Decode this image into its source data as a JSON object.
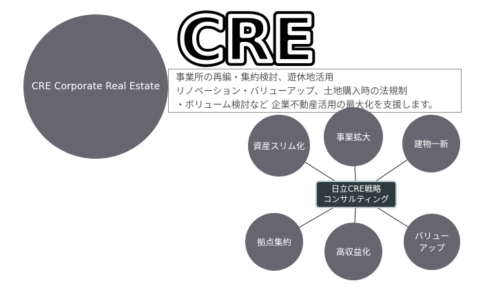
{
  "title": "CRE",
  "main_circle": {
    "label": "CRE Corporate Real Estate"
  },
  "description": {
    "lines": [
      "事業所の再編・集約検討、遊休地活用",
      "リノベーション・バリューアップ、土地購入時の法規制",
      "・ボリューム検討など 企業不動産活用の最大化を支援します。"
    ]
  },
  "center": {
    "label": "日立CRE戦略\nコンサルティング"
  },
  "nodes": [
    {
      "label": "資産スリム化"
    },
    {
      "label": "事業拡大"
    },
    {
      "label": "建物一新"
    },
    {
      "label": "拠点集約"
    },
    {
      "label": "高収益化"
    },
    {
      "label": "バリュー\nアップ"
    }
  ],
  "colors": {
    "circle_fill": "#676570",
    "center_fill": "#2e3a3d",
    "center_border": "#b9c6c8",
    "text_light": "#ffffff",
    "text_dark": "#555555",
    "connector": "#444444"
  }
}
